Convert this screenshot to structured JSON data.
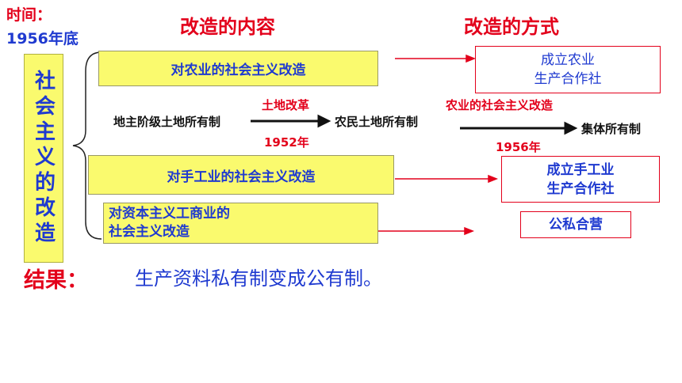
{
  "time": {
    "label": "时间：",
    "value": "1956年底"
  },
  "headers": {
    "content": "改造的内容",
    "method": "改造的方式"
  },
  "main_title": "社会主义的改造",
  "content_items": {
    "agriculture": "对农业的社会主义改造",
    "handicraft": "对手工业的社会主义改造",
    "capitalist_line1": "对资本主义工商业的",
    "capitalist_line2": "社会主义改造"
  },
  "methods": {
    "agriculture_line1": "成立农业",
    "agriculture_line2": "生产合作社",
    "handicraft_line1": "成立手工业",
    "handicraft_line2": "生产合作社",
    "capitalist": "公私合营"
  },
  "flow": {
    "landlord": "地主阶级土地所有制",
    "land_reform": "土地改革",
    "year1": "1952年",
    "peasant": "农民土地所有制",
    "agri_reform": "农业的社会主义改造",
    "year2": "1956年",
    "collective": "集体所有制"
  },
  "result": {
    "label": "结果：",
    "text": "生产资料私有制变成公有制。"
  },
  "colors": {
    "red": "#e3001b",
    "blue": "#1f3ad0",
    "yellow": "#fafa6e"
  }
}
